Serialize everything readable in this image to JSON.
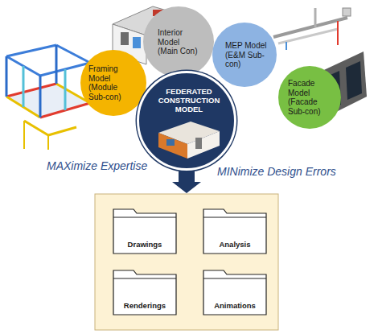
{
  "diagram": {
    "nodes": [
      {
        "text": [
          "Interior Model (Main Con)"
        ]
      },
      {
        "text": [
          "MEP Model (E&M Sub-con)"
        ]
      },
      {
        "text": [
          "Framing Model (Module Sub-con)"
        ]
      },
      {
        "text": [
          "Facade Model (Facade Sub-con)"
        ]
      },
      {
        "text": [
          "FEDERATED CONSTRUCTION MODEL"
        ]
      },
      {
        "text": [
          "Drawings"
        ]
      },
      {
        "text": [
          "Analysis"
        ]
      },
      {
        "text": [
          "Renderings"
        ]
      },
      {
        "text": [
          "Animations"
        ]
      }
    ],
    "labels": [
      "MAXimize Expertise",
      "MINimize Design Errors"
    ]
  }
}
